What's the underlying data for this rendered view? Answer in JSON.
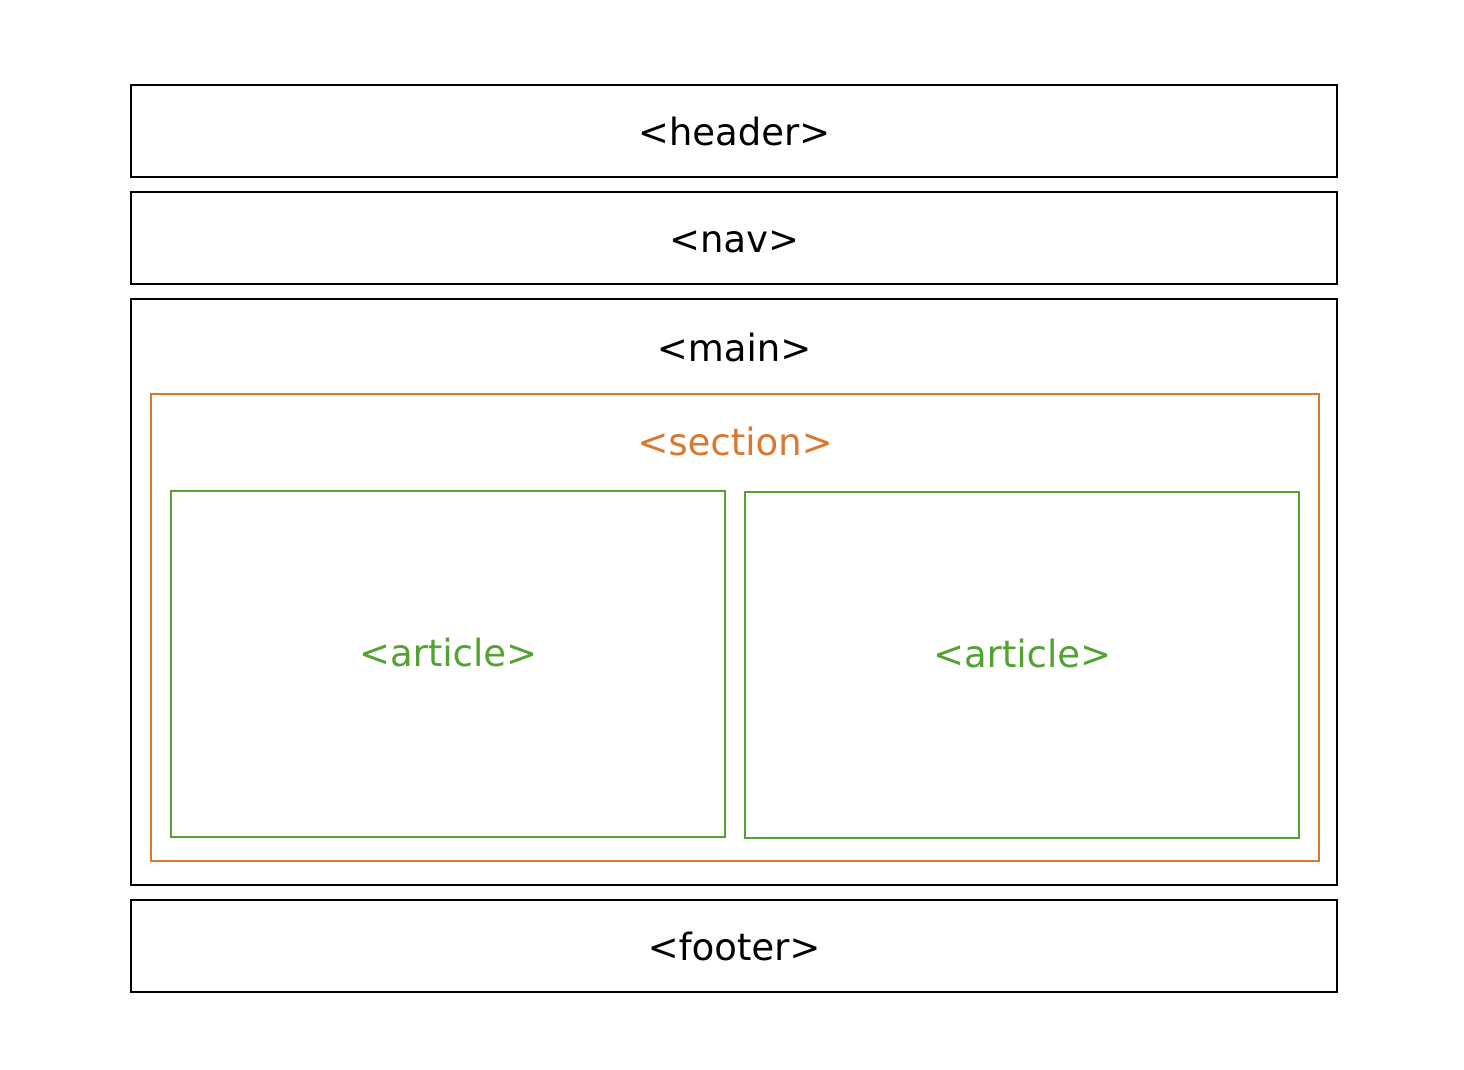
{
  "diagram": {
    "colors": {
      "layout_border": "#000000",
      "section": "#d9782f",
      "article": "#53a332"
    },
    "header": {
      "label": "<header>"
    },
    "nav": {
      "label": "<nav>"
    },
    "main": {
      "label": "<main>",
      "section": {
        "label": "<section>",
        "articles": [
          {
            "label": "<article>"
          },
          {
            "label": "<article>"
          }
        ]
      }
    },
    "footer": {
      "label": "<footer>"
    }
  }
}
